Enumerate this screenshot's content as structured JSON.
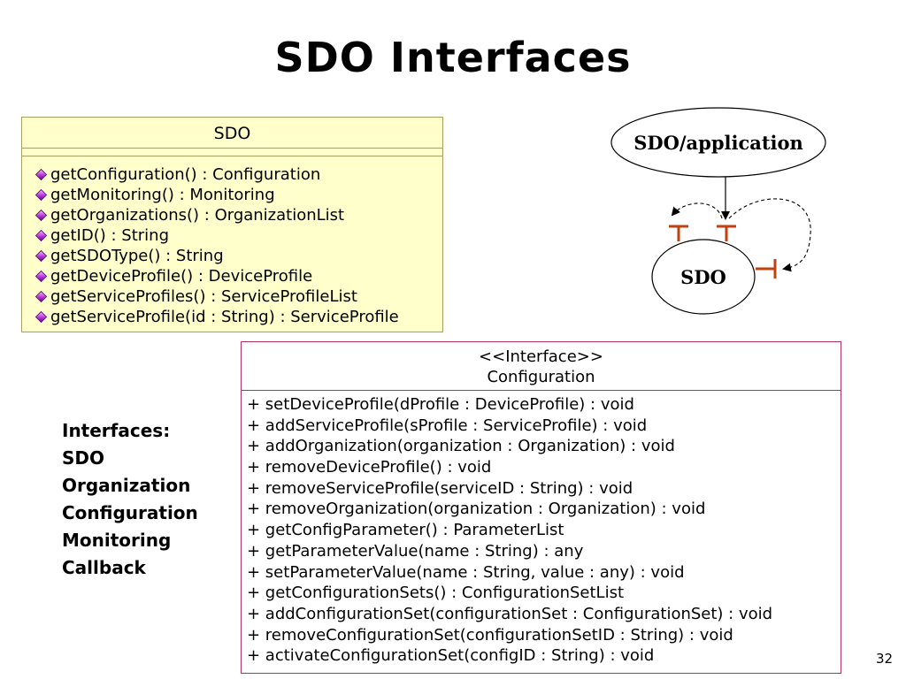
{
  "title": "SDO Interfaces",
  "sdo_class": {
    "name": "SDO",
    "operations": [
      "getConfiguration() : Configuration",
      "getMonitoring() : Monitoring",
      "getOrganizations() : OrganizationList",
      "getID() : String",
      "getSDOType() : String",
      "getDeviceProfile() : DeviceProfile",
      "getServiceProfiles() : ServiceProfileList",
      "getServiceProfile(id : String) : ServiceProfile"
    ]
  },
  "config_class": {
    "stereotype": "<<Interface>>",
    "name": "Configuration",
    "operations": [
      "+ setDeviceProfile(dProfile : DeviceProfile) : void",
      "+ addServiceProfile(sProfile : ServiceProfile) : void",
      "+ addOrganization(organization : Organization) : void",
      "+ removeDeviceProfile() : void",
      "+ removeServiceProfile(serviceID : String) : void",
      "+ removeOrganization(organization : Organization) : void",
      "+ getConfigParameter() : ParameterList",
      "+ getParameterValue(name : String) : any",
      "+ setParameterValue(name : String, value : any) : void",
      "+ getConfigurationSets() : ConfigurationSetList",
      "+ addConfigurationSet(configurationSet : ConfigurationSet) : void",
      "+ removeConfigurationSet(configurationSetID : String) : void",
      "+ activateConfigurationSet(configID : String) : void"
    ]
  },
  "interfaces_list": {
    "heading": "Interfaces:",
    "items": [
      "SDO",
      "Organization",
      "Configuration",
      "Monitoring",
      "Callback"
    ]
  },
  "diagram": {
    "app_label": "SDO/application",
    "sdo_label": "SDO",
    "accent_color": "#c04010"
  },
  "page_number": "32"
}
